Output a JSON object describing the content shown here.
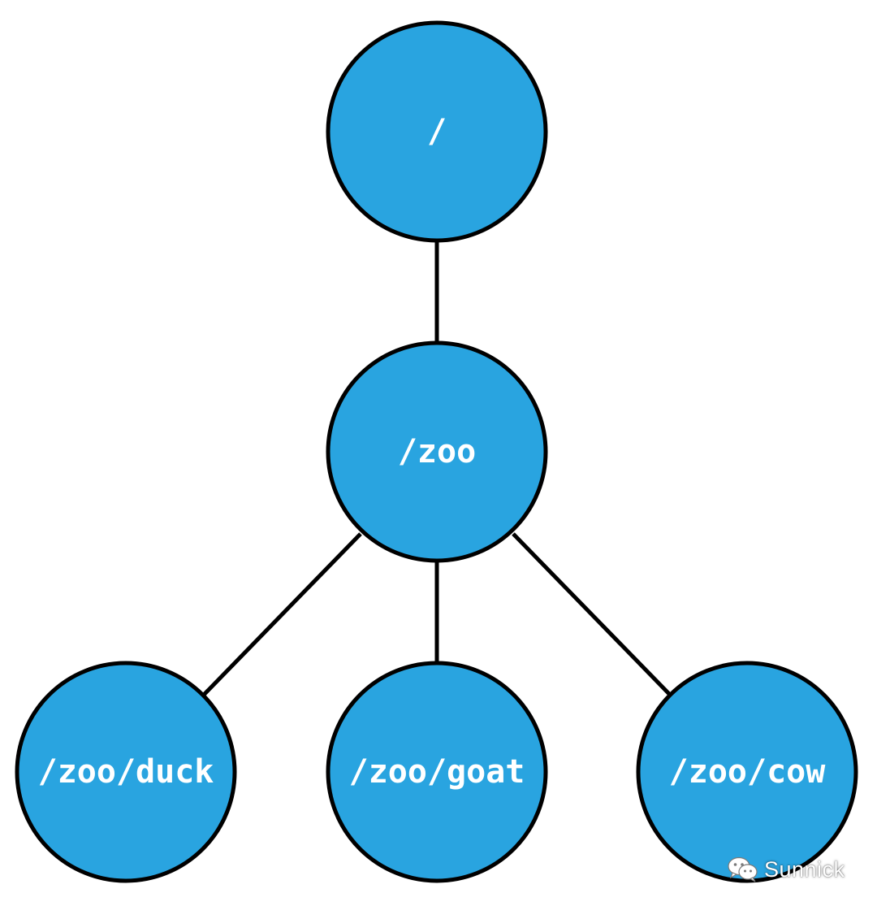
{
  "colors": {
    "node_fill": "#29a4e0",
    "node_stroke": "#000000",
    "label": "#ffffff",
    "edge": "#000000"
  },
  "nodes": [
    {
      "id": "root",
      "label": "/"
    },
    {
      "id": "zoo",
      "label": "/zoo"
    },
    {
      "id": "duck",
      "label": "/zoo/duck"
    },
    {
      "id": "goat",
      "label": "/zoo/goat"
    },
    {
      "id": "cow",
      "label": "/zoo/cow"
    }
  ],
  "edges": [
    {
      "from": "root",
      "to": "zoo"
    },
    {
      "from": "zoo",
      "to": "duck"
    },
    {
      "from": "zoo",
      "to": "goat"
    },
    {
      "from": "zoo",
      "to": "cow"
    }
  ],
  "watermark": {
    "text": "Sunnick",
    "icon": "wechat-icon"
  }
}
